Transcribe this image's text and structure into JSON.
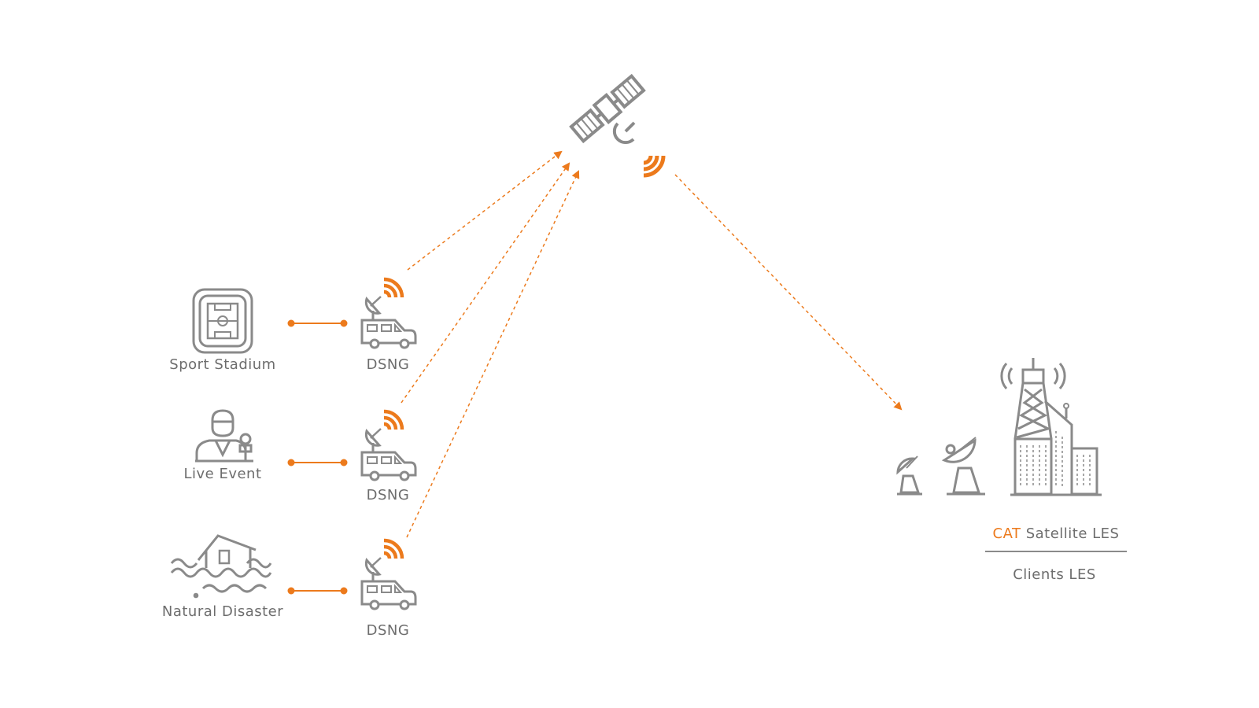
{
  "colors": {
    "accent": "#ec7a1c",
    "icon": "#8a8a8a",
    "text": "#6d6d6d"
  },
  "sources": [
    {
      "label": "Sport Stadium",
      "icon": "stadium-icon"
    },
    {
      "label": "Live Event",
      "icon": "reporter-icon"
    },
    {
      "label": "Natural Disaster",
      "icon": "flood-house-icon"
    }
  ],
  "trucks": [
    {
      "label": "DSNG",
      "icon": "dsng-truck-icon"
    },
    {
      "label": "DSNG",
      "icon": "dsng-truck-icon"
    },
    {
      "label": "DSNG",
      "icon": "dsng-truck-icon"
    }
  ],
  "satellite": {
    "icon": "satellite-icon"
  },
  "destination": {
    "brand": "CAT",
    "title_rest": " Satellite LES",
    "subtitle": "Clients LES",
    "icon": "earth-station-icon"
  }
}
